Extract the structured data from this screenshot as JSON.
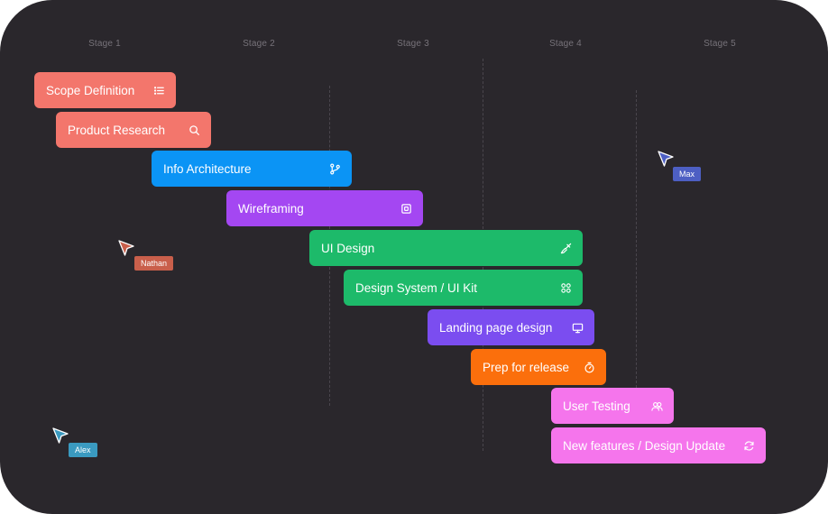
{
  "stages": [
    "Stage 1",
    "Stage 2",
    "Stage 3",
    "Stage 4",
    "Stage 5"
  ],
  "tasks": [
    {
      "label": "Scope Definition",
      "icon": "list-icon",
      "color": "#f3766c"
    },
    {
      "label": "Product Research",
      "icon": "search-icon",
      "color": "#f3766c"
    },
    {
      "label": "Info Architecture",
      "icon": "git-branch-icon",
      "color": "#0b94f5"
    },
    {
      "label": "Wireframing",
      "icon": "frame-icon",
      "color": "#a447f2"
    },
    {
      "label": "UI Design",
      "icon": "brush-icon",
      "color": "#1dba6a"
    },
    {
      "label": "Design System / UI Kit",
      "icon": "components-icon",
      "color": "#1dba6a"
    },
    {
      "label": "Landing page design",
      "icon": "monitor-icon",
      "color": "#7b4df0"
    },
    {
      "label": "Prep for release",
      "icon": "timer-icon",
      "color": "#fb6f0c"
    },
    {
      "label": "User Testing",
      "icon": "users-icon",
      "color": "#f575ec"
    },
    {
      "label": "New features / Design Update",
      "icon": "refresh-icon",
      "color": "#f575ec"
    }
  ],
  "collaborators": [
    {
      "name": "Max",
      "color": "#4d5fc3"
    },
    {
      "name": "Nathan",
      "color": "#c95f4b"
    },
    {
      "name": "Alex",
      "color": "#3a9ac0"
    }
  ]
}
